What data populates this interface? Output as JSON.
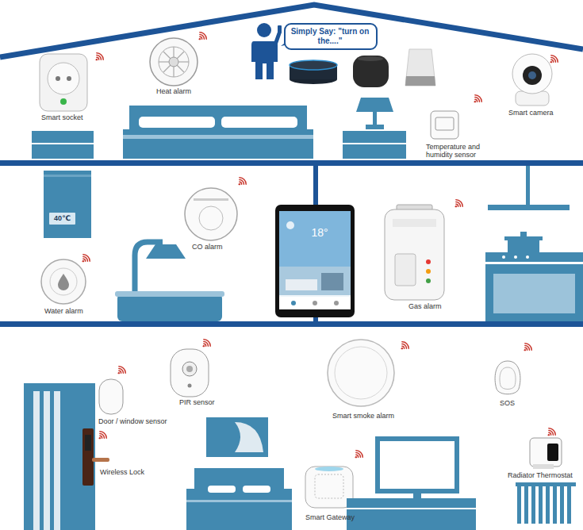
{
  "diagram": {
    "nodes": [
      {
        "text": [
          "Simply Say: \"turn on the....\""
        ]
      },
      {
        "text": [
          "40℃"
        ]
      },
      {
        "text": [
          "18°"
        ]
      }
    ],
    "labels": [
      "Smart socket",
      "Heat alarm",
      "Smart camera",
      "Temperature and humidity sensor",
      "CO alarm",
      "Water alarm",
      "Gas alarm",
      "PIR sensor",
      "Door / window sensor",
      "Smart smoke alarm",
      "SOS",
      "Wireless Lock",
      "Smart Gateway",
      "Radiator Thermostat"
    ]
  }
}
